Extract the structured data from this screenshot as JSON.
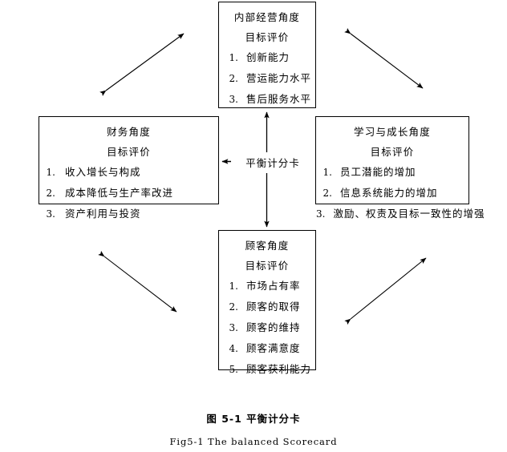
{
  "diagram": {
    "title_cn": "图 5-1 平衡计分卡",
    "title_en": "Fig5-1 The balanced Scorecard",
    "center_label": "平衡计分卡",
    "subheading": "目标评价",
    "line_color": "#000000",
    "background": "#ffffff",
    "perspectives": [
      {
        "id": "internal",
        "heading": "内部经营角度",
        "subheading": "目标评价",
        "items": [
          {
            "num": "1.",
            "text": "创新能力"
          },
          {
            "num": "2.",
            "text": "营运能力水平"
          },
          {
            "num": "3.",
            "text": "售后服务水平"
          }
        ]
      },
      {
        "id": "financial",
        "heading": "财务角度",
        "subheading": "目标评价",
        "items": [
          {
            "num": "1.",
            "text": "收入增长与构成"
          },
          {
            "num": "2.",
            "text": "成本降低与生产率改进"
          },
          {
            "num": "3.",
            "text": "资产利用与投资"
          }
        ]
      },
      {
        "id": "learning",
        "heading": "学习与成长角度",
        "subheading": "目标评价",
        "items": [
          {
            "num": "1.",
            "text": "员工潜能的增加"
          },
          {
            "num": "2.",
            "text": "信息系统能力的增加"
          },
          {
            "num": "3.",
            "text": "激励、权责及目标一致性的增强"
          }
        ]
      },
      {
        "id": "customer",
        "heading": "顾客角度",
        "subheading": "目标评价",
        "items": [
          {
            "num": "1.",
            "text": "市场占有率"
          },
          {
            "num": "2.",
            "text": "顾客的取得"
          },
          {
            "num": "3.",
            "text": "顾客的维持"
          },
          {
            "num": "4.",
            "text": "顾客满意度"
          },
          {
            "num": "5.",
            "text": "顾客获利能力"
          }
        ]
      }
    ],
    "connectors": [
      {
        "id": "center-to-internal",
        "direction": "up",
        "style": "single-arrow"
      },
      {
        "id": "center-to-customer",
        "direction": "down",
        "style": "single-arrow"
      },
      {
        "id": "center-to-financial",
        "direction": "left",
        "style": "single-arrow"
      },
      {
        "id": "center-to-learning",
        "direction": "right",
        "style": "single-arrow"
      },
      {
        "id": "financial-to-internal",
        "direction": "diagonal-up-right",
        "style": "double-arrow"
      },
      {
        "id": "internal-to-learning",
        "direction": "diagonal-down-right",
        "style": "double-arrow"
      },
      {
        "id": "financial-to-customer",
        "direction": "diagonal-down-right",
        "style": "double-arrow"
      },
      {
        "id": "customer-to-learning",
        "direction": "diagonal-up-right",
        "style": "double-arrow"
      }
    ]
  }
}
